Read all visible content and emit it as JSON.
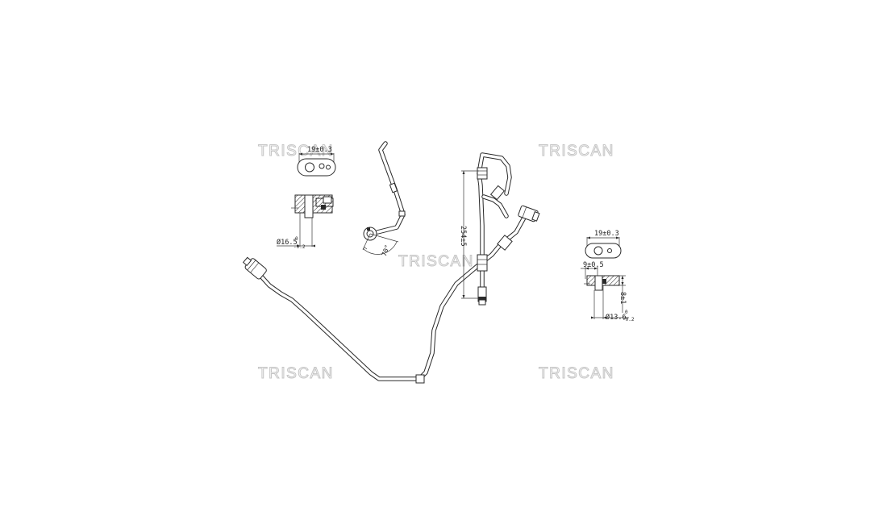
{
  "watermarks": [
    "TRISCAN",
    "TRISCAN",
    "TRISCAN",
    "TRISCAN",
    "TRISCAN"
  ],
  "dimensions": {
    "left_fitting_width": "19±0.3",
    "left_fitting_bore": "Ø16.5",
    "left_fitting_bore_tol_upper": "0",
    "left_fitting_bore_tol_lower": "-0.2",
    "pipe_length": "254±5",
    "right_fitting_width": "19±0.3",
    "right_fitting_offset": "9±0.5",
    "right_fitting_depth": "8±1",
    "right_fitting_bore": "Ø13.6",
    "right_fitting_bore_tol_upper": "0",
    "right_fitting_bore_tol_lower": "-0.2"
  }
}
